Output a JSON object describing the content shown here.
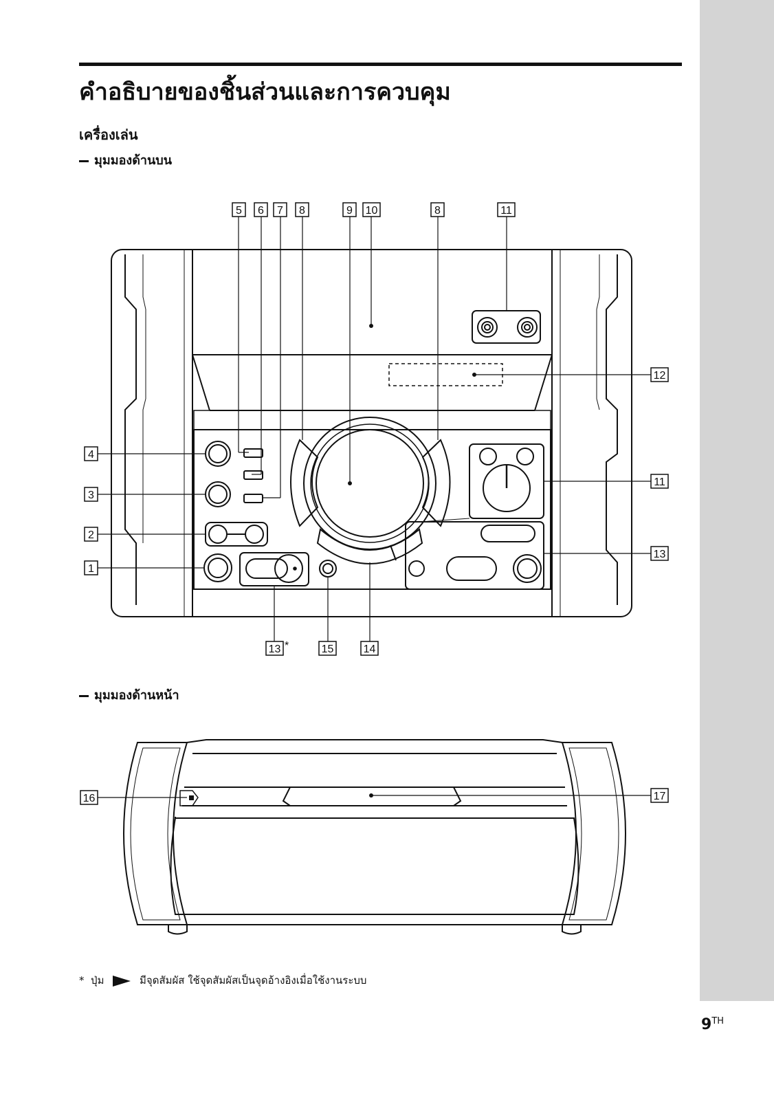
{
  "page": {
    "title": "คำอธิบายของชิ้นส่วนและการควบคุม",
    "section": "เครื่องเล่น",
    "views": {
      "top": "มุมมองด้านบน",
      "front": "มุมมองด้านหน้า"
    },
    "callouts_top": [
      "5",
      "6",
      "7",
      "8",
      "9",
      "10",
      "8",
      "11",
      "4",
      "3",
      "2",
      "1",
      "12",
      "11",
      "13",
      "13",
      "15",
      "14"
    ],
    "callouts_front": [
      "16",
      "17"
    ],
    "asterisk": "*",
    "footnote": {
      "star": "*",
      "prefix": "ปุ่ม",
      "text": "มีจุดสัมผัส ใช้จุดสัมผัสเป็นจุดอ้างอิงเมื่อใช้งานระบบ"
    },
    "page_number": "9",
    "language_code": "TH"
  },
  "colors": {
    "sidebar": "#d4d4d4",
    "ink": "#111111"
  }
}
